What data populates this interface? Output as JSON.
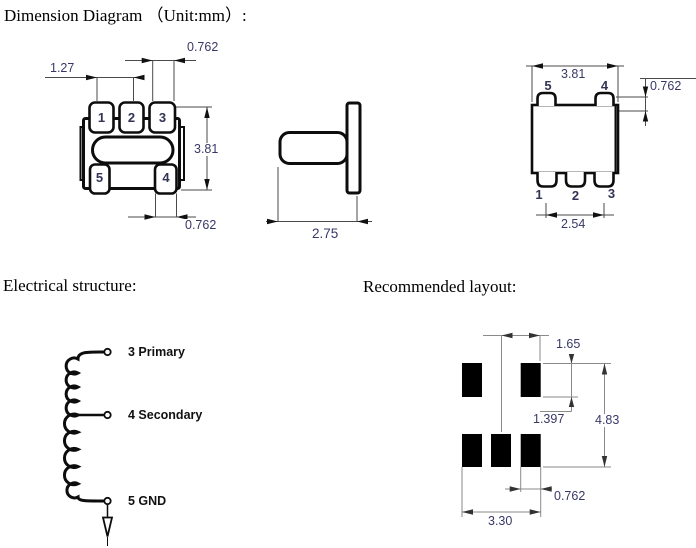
{
  "title": "Dimension Diagram （Unit:mm）:",
  "sections": {
    "electrical_heading": "Electrical structure:",
    "layout_heading": "Recommended layout:"
  },
  "top_view": {
    "pins": {
      "p1": "1",
      "p2": "2",
      "p3": "3",
      "p5": "5",
      "p4": "4"
    },
    "dims": {
      "pitch": "1.27",
      "pin_width_top": "0.762",
      "height": "3.81",
      "pin_width_bottom": "0.762"
    }
  },
  "side_view": {
    "dims": {
      "width": "2.75"
    }
  },
  "bottom_view": {
    "pins": {
      "p5": "5",
      "p4": "4",
      "p1": "1",
      "p2": "2",
      "p3": "3"
    },
    "dims": {
      "width": "3.81",
      "pin_height": "0.762",
      "pitch": "2.54"
    }
  },
  "electrical": {
    "taps": [
      {
        "label": "3 Primary"
      },
      {
        "label": "4 Secondary"
      },
      {
        "label": "5 GND"
      }
    ]
  },
  "layout_view": {
    "dims": {
      "center_to_edge": "1.65",
      "pad_height": "1.397",
      "overall_height": "4.83",
      "pad_width": "0.762",
      "overall_width": "3.30"
    }
  }
}
